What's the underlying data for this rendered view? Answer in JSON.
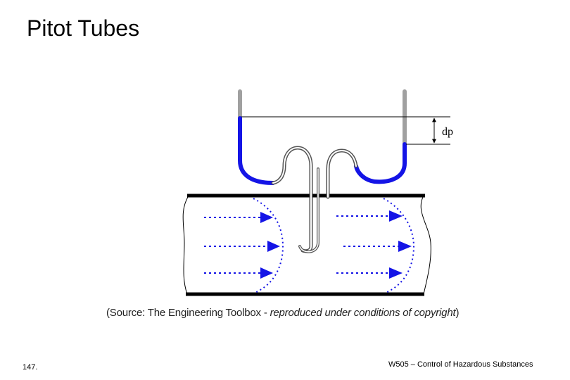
{
  "title": "Pitot Tubes",
  "diagram": {
    "dp_label": "dp",
    "source_prefix": "(Source: The Engineering Toolbox - ",
    "source_italic": "reproduced under conditions of copyright",
    "source_suffix": ")",
    "colors": {
      "fluid": "#1414e6",
      "tube_top": "#a0a0a0",
      "pipe_wall": "#000000"
    }
  },
  "footer": {
    "slide_number": "147.",
    "course": "W505 – Control of Hazardous Substances"
  }
}
